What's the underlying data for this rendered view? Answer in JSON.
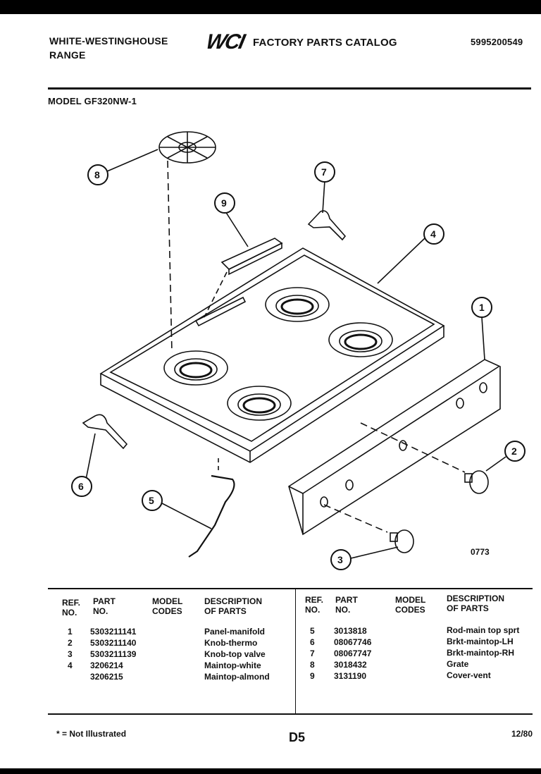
{
  "header": {
    "brand_line1": "WHITE-WESTINGHOUSE",
    "brand_line2": "RANGE",
    "logo": "WCI",
    "catalog_title": "FACTORY PARTS CATALOG",
    "catalog_number": "5995200549",
    "model": "MODEL GF320NW-1"
  },
  "diagram": {
    "callouts": [
      "1",
      "2",
      "3",
      "4",
      "5",
      "6",
      "7",
      "8",
      "9"
    ],
    "code": "0773"
  },
  "table": {
    "headers": {
      "ref_l1": "REF.",
      "ref_l2": "NO.",
      "part_l1": "PART",
      "part_l2": "NO.",
      "model_l1": "MODEL",
      "model_l2": "CODES",
      "desc_l1": "DESCRIPTION",
      "desc_l2": "OF PARTS"
    },
    "left_rows": [
      {
        "ref": "1",
        "part": "5303211141",
        "desc": "Panel-manifold"
      },
      {
        "ref": "2",
        "part": "5303211140",
        "desc": "Knob-thermo"
      },
      {
        "ref": "3",
        "part": "5303211139",
        "desc": "Knob-top valve"
      },
      {
        "ref": "4",
        "part": "3206214",
        "desc": "Maintop-white"
      },
      {
        "ref": "",
        "part": "3206215",
        "desc": "Maintop-almond"
      }
    ],
    "right_rows": [
      {
        "ref": "5",
        "part": "3013818",
        "desc": "Rod-main top sprt"
      },
      {
        "ref": "6",
        "part": "08067746",
        "desc": "Brkt-maintop-LH"
      },
      {
        "ref": "7",
        "part": "08067747",
        "desc": "Brkt-maintop-RH"
      },
      {
        "ref": "8",
        "part": "3018432",
        "desc": "Grate"
      },
      {
        "ref": "9",
        "part": "3131190",
        "desc": "Cover-vent"
      }
    ]
  },
  "footer": {
    "note": "* = Not Illustrated",
    "page": "D5",
    "date": "12/80"
  }
}
